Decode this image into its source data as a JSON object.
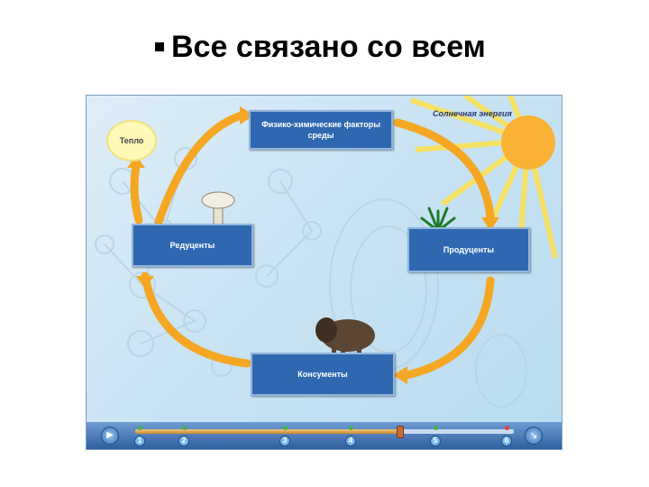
{
  "slide": {
    "title": "Все связано со всем"
  },
  "diagram": {
    "boxes": {
      "physchem": "Физико-химические факторы среды",
      "reducers": "Редуценты",
      "producers": "Продуценты",
      "consumers": "Консументы"
    },
    "heat_label": "Тепло",
    "sun_label": "Солнечная энергия",
    "colors": {
      "box_fill": "#2f68b0",
      "arrow": "#f5a623",
      "sun": "#f9b233",
      "rays": "#ffe14d"
    }
  },
  "timeline": {
    "markers": [
      "1",
      "2",
      "3",
      "4",
      "5",
      "6"
    ],
    "progress": 0.7,
    "play_icon": "play-icon",
    "exit_icon": "exit-icon"
  }
}
